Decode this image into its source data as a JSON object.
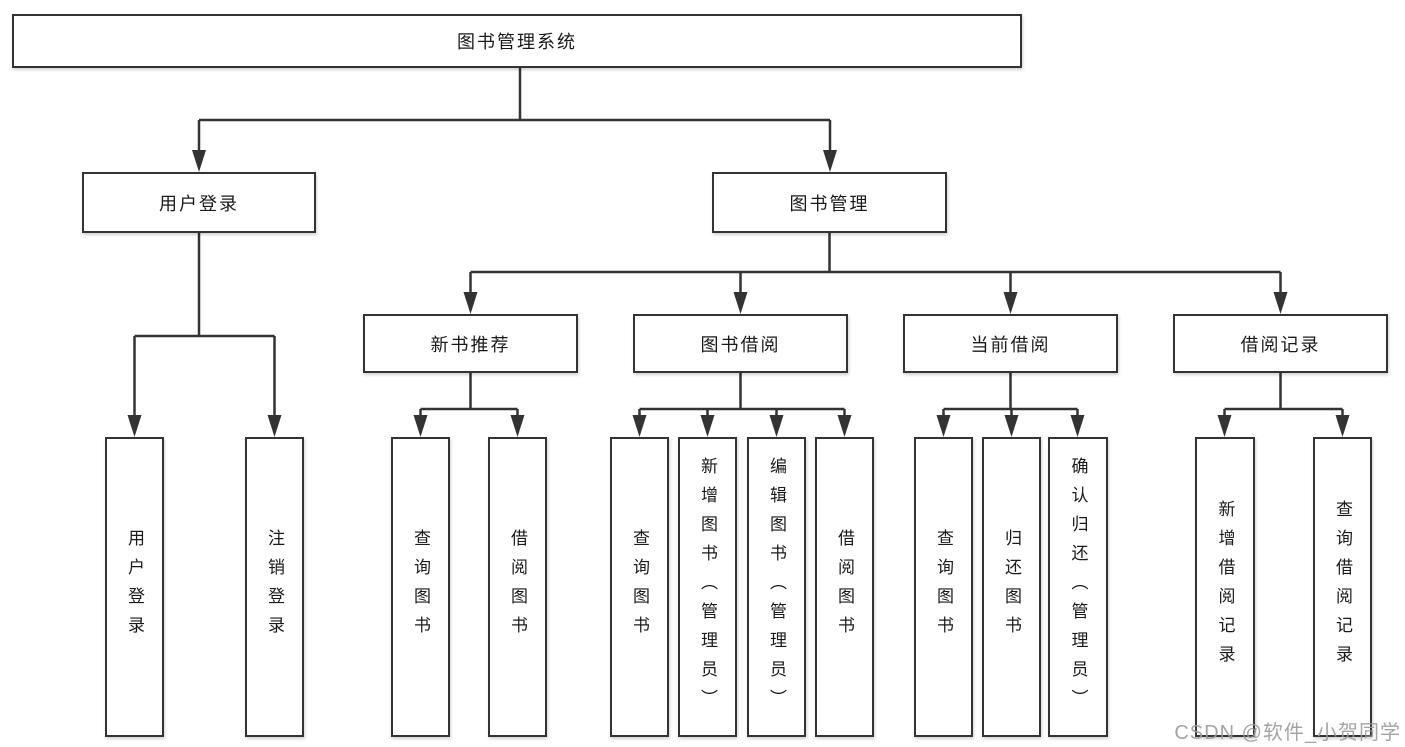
{
  "colors": {
    "line": "#333333",
    "box_border": "#333333",
    "text": "#1a1a1a",
    "watermark": "#9b9b9b",
    "background": "#ffffff"
  },
  "watermark": "CSDN @软件_小贺同学",
  "tree": {
    "root": "图书管理系统",
    "branches": [
      {
        "label": "用户登录",
        "leaves": [
          "用户登录",
          "注销登录"
        ]
      },
      {
        "label": "图书管理",
        "groups": [
          {
            "label": "新书推荐",
            "leaves": [
              "查询图书",
              "借阅图书"
            ]
          },
          {
            "label": "图书借阅",
            "leaves": [
              "查询图书",
              "新增图书（管理员）",
              "编辑图书（管理员）",
              "借阅图书"
            ]
          },
          {
            "label": "当前借阅",
            "leaves": [
              "查询图书",
              "归还图书",
              "确认归还（管理员）"
            ]
          },
          {
            "label": "借阅记录",
            "leaves": [
              "新增借阅记录",
              "查询借阅记录"
            ]
          }
        ]
      }
    ]
  }
}
